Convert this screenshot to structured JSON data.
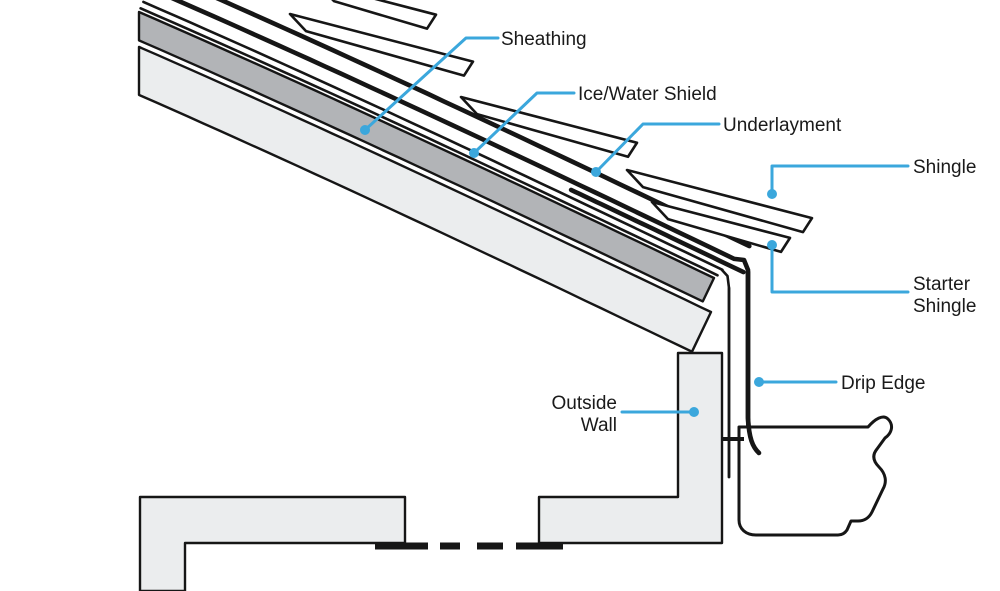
{
  "title": "Roof eave construction cutaway diagram",
  "colors": {
    "leader_blue": "#3BA7DC",
    "line_black": "#161616",
    "light_gray": "#EBEDEE",
    "dark_gray": "#B2B4B7",
    "background": "#FFFFFF"
  },
  "labels": {
    "sheathing": "Sheathing",
    "ice_water_shield": "Ice/Water Shield",
    "underlayment": "Underlayment",
    "shingle": "Shingle",
    "starter_shingle_lines": [
      "Starter",
      "Shingle"
    ],
    "drip_edge": "Drip Edge",
    "outside_wall_lines": [
      "Outside",
      "Wall"
    ]
  },
  "parts": [
    {
      "label": "Sheathing",
      "depicts": "dark gray board layer on top of roof deck"
    },
    {
      "label": "Ice/Water Shield",
      "depicts": "thin white membrane band above sheathing"
    },
    {
      "label": "Underlayment",
      "depicts": "thick black felt lines above membrane"
    },
    {
      "label": "Shingle",
      "depicts": "exposed top shingle strip at eave"
    },
    {
      "label": "Starter Shingle",
      "depicts": "strip tucked under first shingle course"
    },
    {
      "label": "Drip Edge",
      "depicts": "metal flashing bending down fascia into gutter"
    },
    {
      "label": "Outside Wall",
      "depicts": "vertical exterior wall section below eave"
    }
  ]
}
